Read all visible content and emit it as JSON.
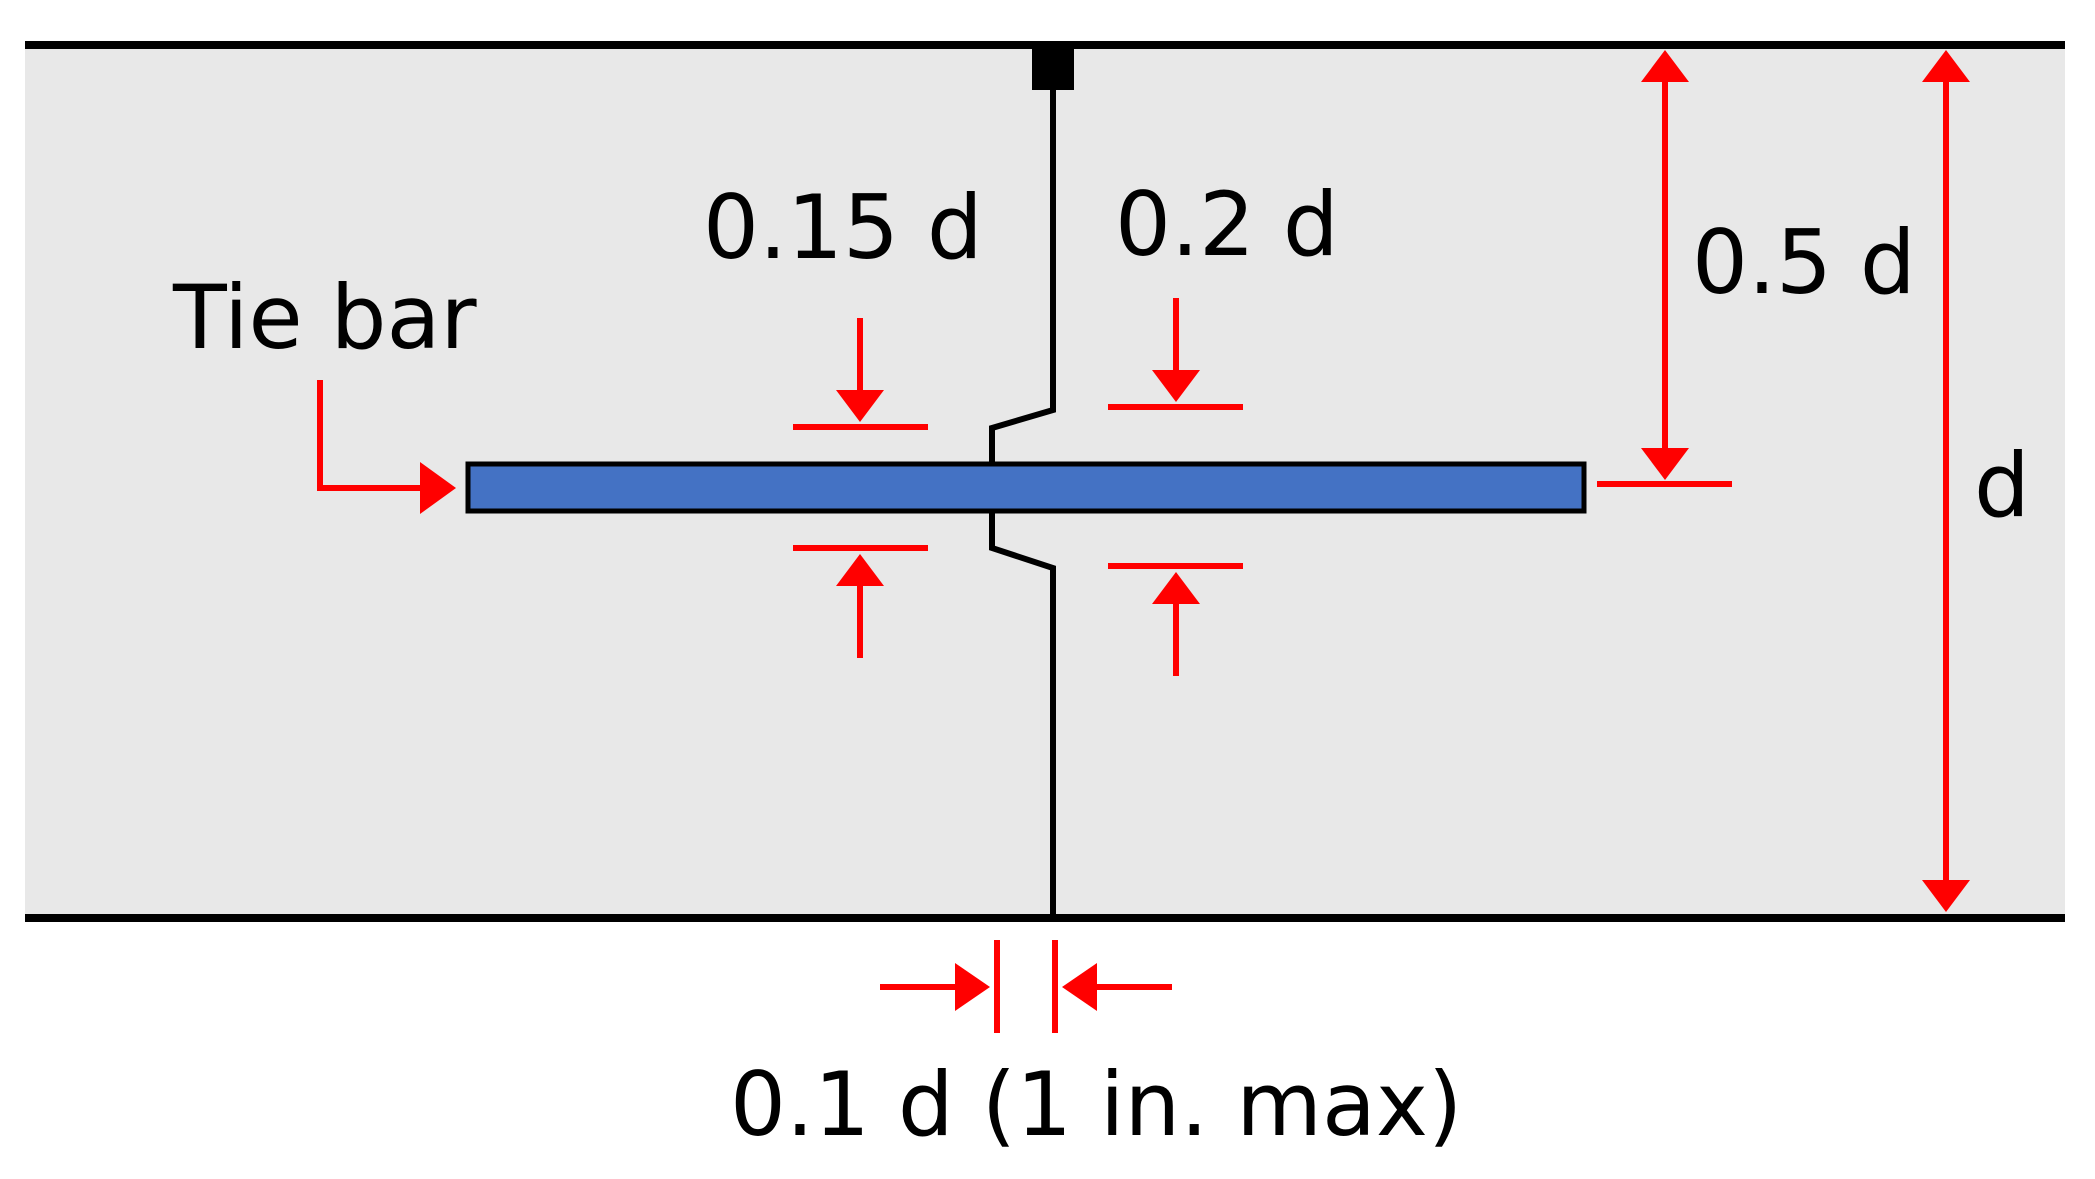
{
  "labels": {
    "tie_bar": "Tie bar",
    "dim_015d": "0.15 d",
    "dim_02d": "0.2 d",
    "dim_05d": "0.5 d",
    "dim_d": "d",
    "dim_01d": "0.1 d (1 in. max)"
  },
  "colors": {
    "slab": "#e8e8e8",
    "tie_bar": "#4472c4",
    "dimension": "#ff0000",
    "line": "#000000"
  }
}
